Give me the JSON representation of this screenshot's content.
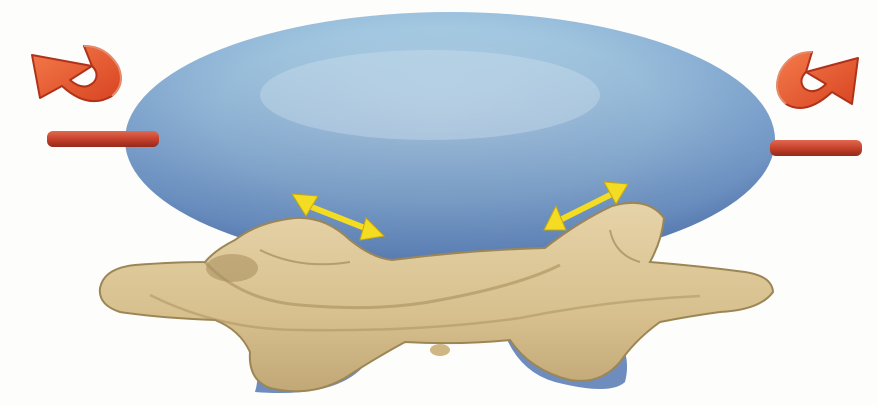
{
  "illustration": {
    "elements": [
      "intervertebral-disc",
      "vertebra",
      "left-rod",
      "right-rod",
      "left-rotation-arrow",
      "right-rotation-arrow",
      "left-double-arrow",
      "right-double-arrow"
    ],
    "colors": {
      "disc_fill": "#a6cbe2",
      "disc_shadow": "#5f82b6",
      "bone_fill": "#dcc596",
      "bone_shadow": "#9d8656",
      "bone_base_blue": "#6e8cbe",
      "rod_red": "#c7422c",
      "rotation_arrow": "#e5542c",
      "double_arrow_yellow": "#f3dc21"
    }
  }
}
